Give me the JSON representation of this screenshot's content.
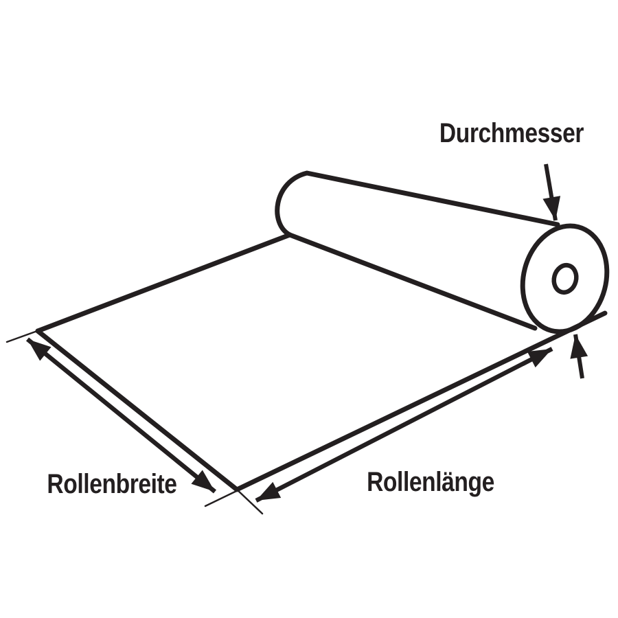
{
  "diagram": {
    "background": "#ffffff",
    "ink": "#231f20",
    "labels": {
      "diameter": "Durchmesser",
      "roll_width": "Rollenbreite",
      "roll_length": "Rollenlänge"
    }
  }
}
